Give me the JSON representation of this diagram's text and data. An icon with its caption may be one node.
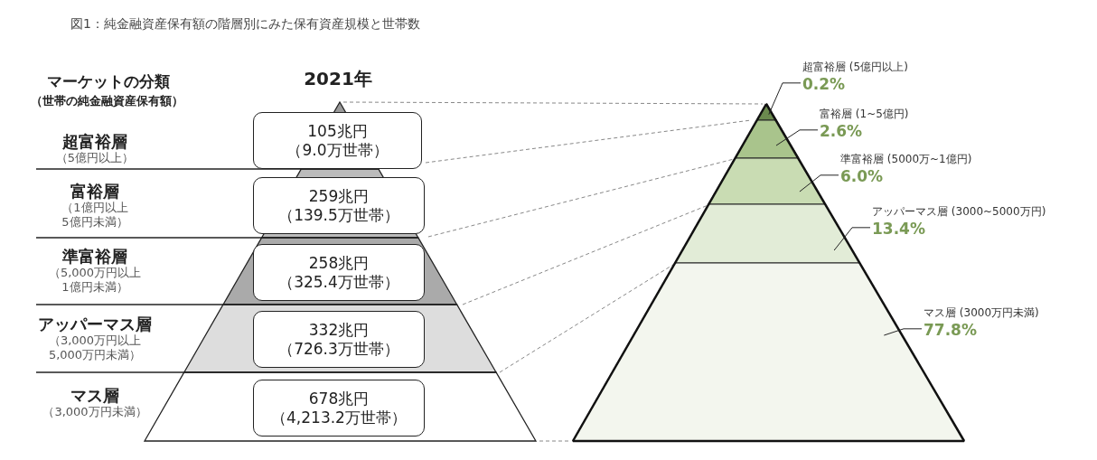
{
  "diagram": {
    "title": "図1：純金融資産保有額の階層別にみた保有資産規模と世帯数",
    "nodes": [
      {
        "text": [
          "105兆円",
          "（9.0万世帯）"
        ]
      },
      {
        "text": [
          "259兆円",
          "（139.5万世帯）"
        ]
      },
      {
        "text": [
          "258兆円",
          "（325.4万世帯）"
        ]
      },
      {
        "text": [
          "332兆円",
          "（726.3万世帯）"
        ]
      },
      {
        "text": [
          "678兆円",
          "（4,213.2万世帯）"
        ]
      },
      {
        "text": [],
        "shape": "triangle"
      },
      {
        "text": [],
        "shape": "trapezoid"
      },
      {
        "text": [],
        "shape": "trapezoid"
      },
      {
        "text": [],
        "shape": "trapezoid"
      },
      {
        "text": [],
        "shape": "trapezoid"
      },
      {
        "text": [
          "超富裕層 (5億円以上)",
          "0.2%"
        ]
      },
      {
        "text": [
          "富裕層 (1~5億円)",
          "2.6%"
        ]
      },
      {
        "text": [
          "準富裕層 (5000万~1億円)",
          "6.0%"
        ]
      },
      {
        "text": [
          "アッパーマス層 (3000~5000万円)",
          "13.4%"
        ]
      },
      {
        "text": [
          "マス層 (3000万円未満)",
          "77.8%"
        ]
      }
    ],
    "edges": [
      {
        "from": 10,
        "to": 5,
        "arrow": "none"
      },
      {
        "from": 11,
        "to": 6,
        "arrow": "none"
      },
      {
        "from": 12,
        "to": 7,
        "arrow": "none"
      },
      {
        "from": 13,
        "to": 8,
        "arrow": "none"
      },
      {
        "from": 14,
        "to": 9,
        "arrow": "none"
      }
    ],
    "labels": [
      "マーケットの分類",
      "（世帯の純金融資産保有額）",
      "2021年",
      "超富裕層",
      "（5億円以上）",
      "富裕層",
      "（1億円以上5億円未満）",
      "準富裕層",
      "（5,000万円以上1億円未満）",
      "アッパーマス層",
      "（3,000万円以上5,000万円未満）",
      "マス層",
      "（3,000万円未満）"
    ]
  }
}
